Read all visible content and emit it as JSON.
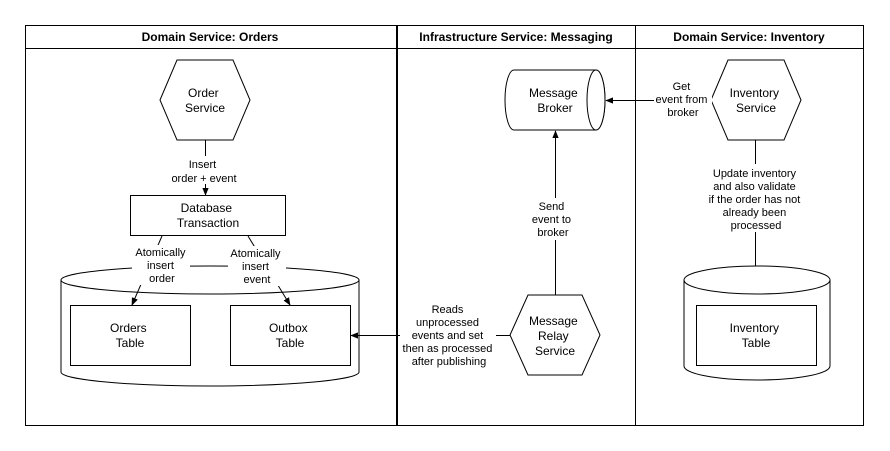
{
  "lanes": {
    "orders": "Domain Service: Orders",
    "messaging": "Infrastructure Service: Messaging",
    "inventory": "Domain Service: Inventory"
  },
  "nodes": {
    "order_service": [
      "Order",
      "Service"
    ],
    "db_transaction": [
      "Database",
      "Transaction"
    ],
    "orders_table": [
      "Orders",
      "Table"
    ],
    "outbox_table": [
      "Outbox",
      "Table"
    ],
    "message_broker": [
      "Message",
      "Broker"
    ],
    "message_relay": [
      "Message",
      "Relay",
      "Service"
    ],
    "inventory_service": [
      "Inventory",
      "Service"
    ],
    "inventory_table": [
      "Inventory",
      "Table"
    ]
  },
  "edges": {
    "insert_order_event": [
      "Insert",
      "order + event"
    ],
    "atomically_insert_order": [
      "Atomically",
      "insert",
      "order"
    ],
    "atomically_insert_event": [
      "Atomically",
      "insert",
      "event"
    ],
    "reads_unprocessed": [
      "Reads",
      "unprocessed",
      "events and set",
      "then as processed",
      "after publishing"
    ],
    "send_event_to_broker": [
      "Send",
      "event to",
      "broker"
    ],
    "get_event_from_broker": [
      "Get",
      "event from",
      "broker"
    ],
    "update_inventory": [
      "Update inventory",
      "and also validate",
      "if the order has not",
      "already been",
      "processed"
    ]
  },
  "colors": {
    "stroke": "#000000",
    "fill": "#ffffff",
    "text": "#000000"
  }
}
